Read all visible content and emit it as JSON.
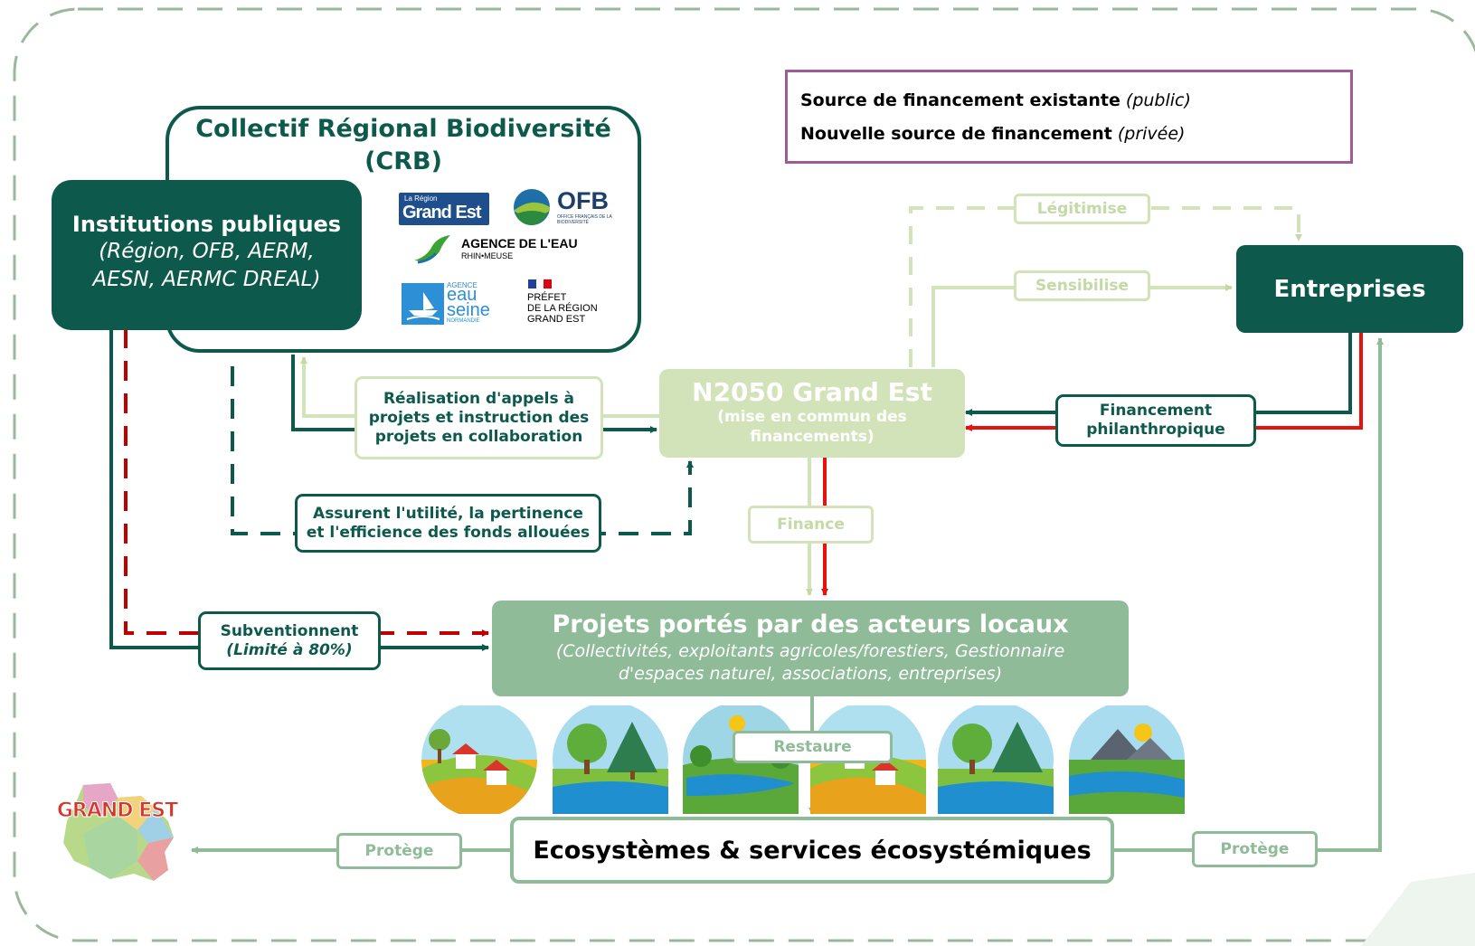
{
  "legend": {
    "existing_label": "Source de financement existante",
    "existing_note": "(public)",
    "new_label": "Nouvelle source de financement",
    "new_note": "(privée)"
  },
  "crb": {
    "title_line1": "Collectif Régional Biodiversité",
    "title_line2": "(CRB)"
  },
  "institutions": {
    "title": "Institutions publiques",
    "sub_line1": "(Région, OFB, AERM,",
    "sub_line2": "AESN, AERMC DREAL)"
  },
  "logos": {
    "region_small": "La Région",
    "region_big": "Grand Est",
    "ofb_big": "OFB",
    "ofb_small": "OFFICE FRANÇAIS DE LA BIODIVERSITÉ",
    "aerm_line1": "AGENCE DE L'EAU",
    "aerm_line2": "RHIN•MEUSE",
    "aesn_line1": "AGENCE",
    "aesn_line2": "eau",
    "aesn_line3": "seine",
    "aesn_line4": "NORMANDIE",
    "prefet_line1": "PRÉFET",
    "prefet_line2": "DE LA RÉGION",
    "prefet_line3": "GRAND EST"
  },
  "n2050": {
    "title": "N2050 Grand Est",
    "sub_line1": "(mise en commun des",
    "sub_line2": "financements)"
  },
  "entreprises": {
    "title": "Entreprises"
  },
  "projets": {
    "title": "Projets portés par des acteurs locaux",
    "sub_line1": "(Collectivités, exploitants agricoles/forestiers, Gestionnaire",
    "sub_line2": "d'espaces naturel, associations, entreprises)"
  },
  "ecosystemes": {
    "title": "Ecosystèmes & services écosystémiques"
  },
  "labels": {
    "legitimise": "Légitimise",
    "sensibilise": "Sensibilise",
    "realisation_line1": "Réalisation d'appels à",
    "realisation_line2": "projets et instruction des",
    "realisation_line3": "projets en collaboration",
    "assurent_line1": "Assurent l'utilité, la pertinence",
    "assurent_line2": "et l'efficience des fonds allouées",
    "financement_line1": "Financement",
    "financement_line2": "philanthropique",
    "finance": "Finance",
    "subventionnent_line1": "Subventionnent",
    "subventionnent_line2": "(Limité à 80%)",
    "restaure": "Restaure",
    "protege_left": "Protège",
    "protege_right": "Protège"
  },
  "map": {
    "label": "GRAND EST"
  },
  "colors": {
    "dark_green": "#0d5a4d",
    "light_green": "#d3e3b9",
    "sage_green": "#8fbb98",
    "red": "#e8120c",
    "dark_red": "#c00000",
    "legend_border": "#a05a96"
  }
}
